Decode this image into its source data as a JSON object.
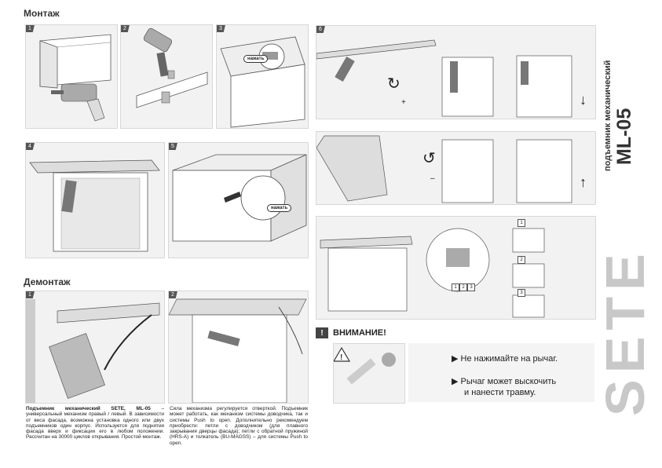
{
  "mount": {
    "title": "Монтаж",
    "steps": [
      "1",
      "2",
      "3",
      "4",
      "5"
    ],
    "press_label": "нажать"
  },
  "right_steps": {
    "step6": "6"
  },
  "adjust": {
    "badges": [
      "1",
      "2",
      "3"
    ],
    "hinge_numbers": [
      "1",
      "2",
      "3"
    ]
  },
  "dismount": {
    "title": "Демонтаж",
    "steps": [
      "1",
      "2"
    ]
  },
  "warning": {
    "title": "ВНИМАНИЕ!",
    "bullet1": "Не нажимайте на рычаг.",
    "bullet2_line1": "Рычаг может выскочить",
    "bullet2_line2": "и нанести травму."
  },
  "description": {
    "col1_bold": "Подъемник механический SETE, ML-05",
    "col1_rest": " – универсальный механизм правый / левый. В зависимости от веса фасада, возможна установка одного или двух подъемников один корпус. Используется для поднятия фасада вверх и фиксации его в любом положении. Рассчитан на 30000 циклов открывания. Простой монтаж.",
    "col2": "Сила механизма регулируется отверткой. Подъемник может работать, как механизм системы доводчика, так и системы Push to open. Дополнительно рекомендуем приобрести: петли с доводчиком (для плавного закрывания дверцы фасада); петли с обратной пружиной (HRS-A) и толкатель (BU-MAGSS) – для системы Push to open."
  },
  "product": {
    "subtitle": "подъемник механический",
    "model": "ML-05",
    "brand": "SETE"
  },
  "colors": {
    "panel_bg": "#f2f2f2",
    "dark": "#333333",
    "brand_gray": "#c8c8c8"
  }
}
